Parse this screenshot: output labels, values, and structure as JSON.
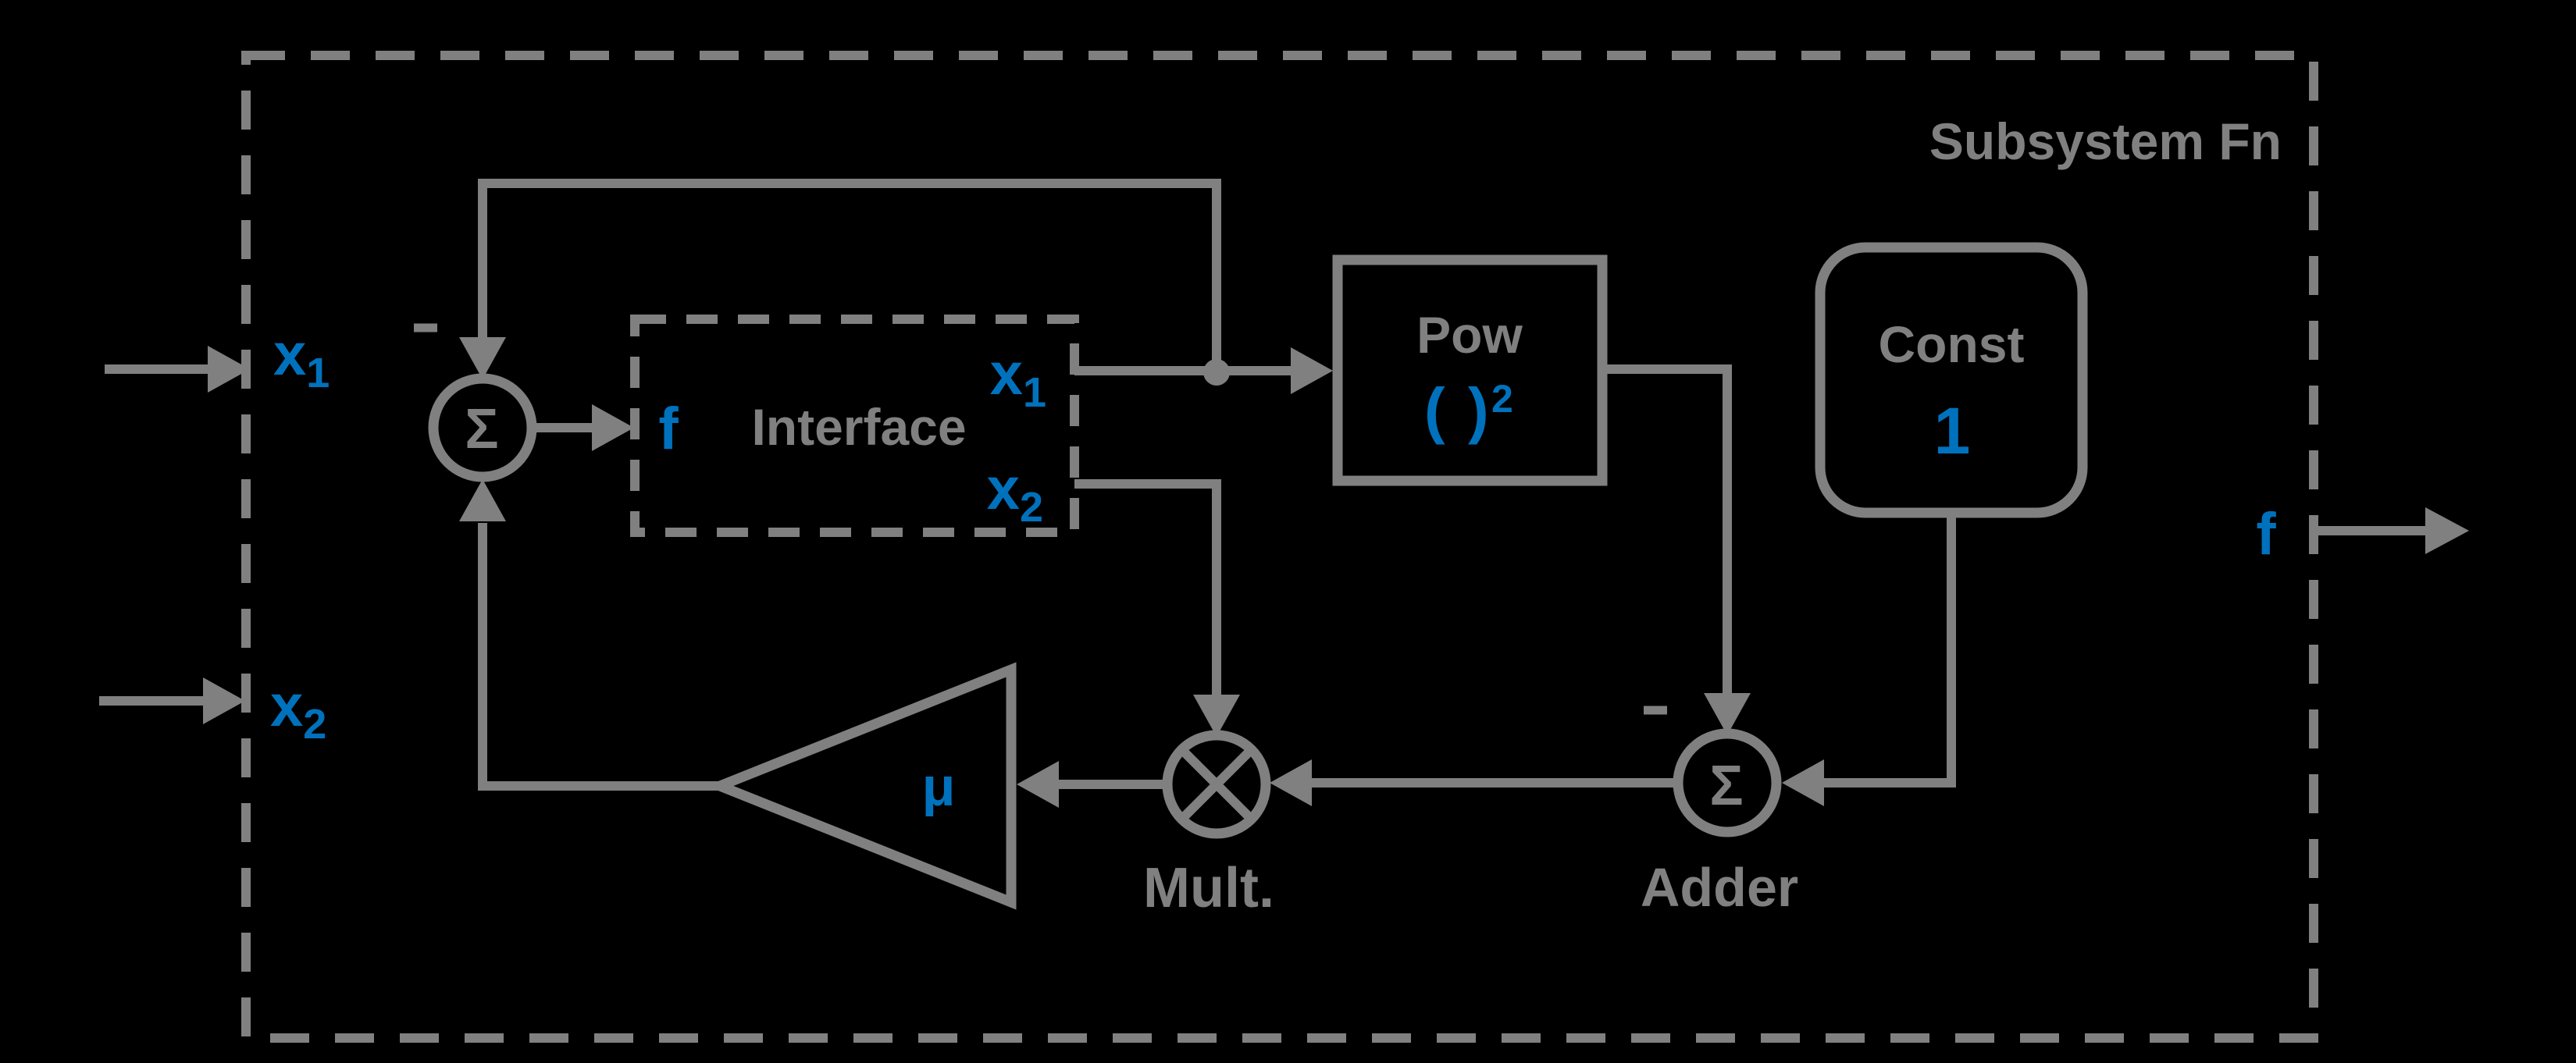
{
  "colors": {
    "background": "#000000",
    "line_gray": "#808080",
    "accent_blue": "#0072BD"
  },
  "title": "Subsystem Fn",
  "ports": {
    "input1": {
      "base": "x",
      "sub": "1"
    },
    "input2": {
      "base": "x",
      "sub": "2"
    },
    "output": {
      "label": "f"
    }
  },
  "blocks": {
    "sum": {
      "symbol": "Σ",
      "minus": "-"
    },
    "interface": {
      "name": "Interface",
      "input_label": "f",
      "output1": {
        "base": "x",
        "sub": "1"
      },
      "output2": {
        "base": "x",
        "sub": "2"
      }
    },
    "pow": {
      "name": "Pow",
      "paren_open": "(",
      "paren_close": ")",
      "exponent": "2"
    },
    "constant": {
      "name": "Const",
      "value": "1"
    },
    "adder": {
      "name": "Adder",
      "symbol": "Σ",
      "minus": "-"
    },
    "mult": {
      "name": "Mult."
    },
    "gain": {
      "symbol": "μ"
    }
  }
}
